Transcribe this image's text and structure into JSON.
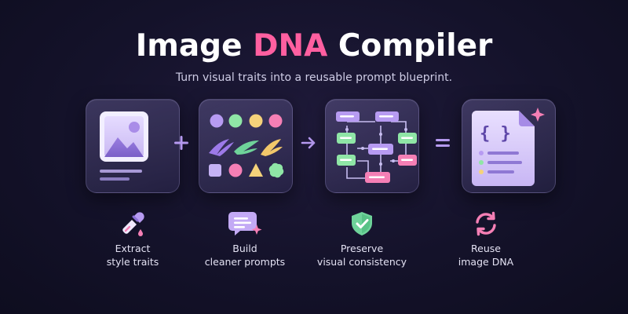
{
  "header": {
    "title_part1": "Image ",
    "title_accent": "DNA",
    "title_part2": " Compiler",
    "subtitle": "Turn visual traits into a reusable prompt blueprint."
  },
  "pipeline": {
    "cards": [
      {
        "icon": "image-icon"
      },
      {
        "icon": "palette-icon"
      },
      {
        "icon": "flowchart-icon"
      },
      {
        "icon": "code-document-icon"
      }
    ],
    "operators": [
      "plus-icon",
      "arrow-right-icon",
      "equals-icon"
    ]
  },
  "features": [
    {
      "icon": "eyedropper-icon",
      "line1": "Extract",
      "line2": "style traits"
    },
    {
      "icon": "chat-sparkle-icon",
      "line1": "Build",
      "line2": "cleaner prompts"
    },
    {
      "icon": "shield-check-icon",
      "line1": "Preserve",
      "line2": "visual consistency"
    },
    {
      "icon": "refresh-icon",
      "line1": "Reuse",
      "line2": "image DNA"
    }
  ],
  "colors": {
    "accent": "#ff5fa0",
    "purple": "#b79bf2",
    "green": "#8fe6a6",
    "yellow": "#f5d27a",
    "pink": "#f57fb5"
  }
}
